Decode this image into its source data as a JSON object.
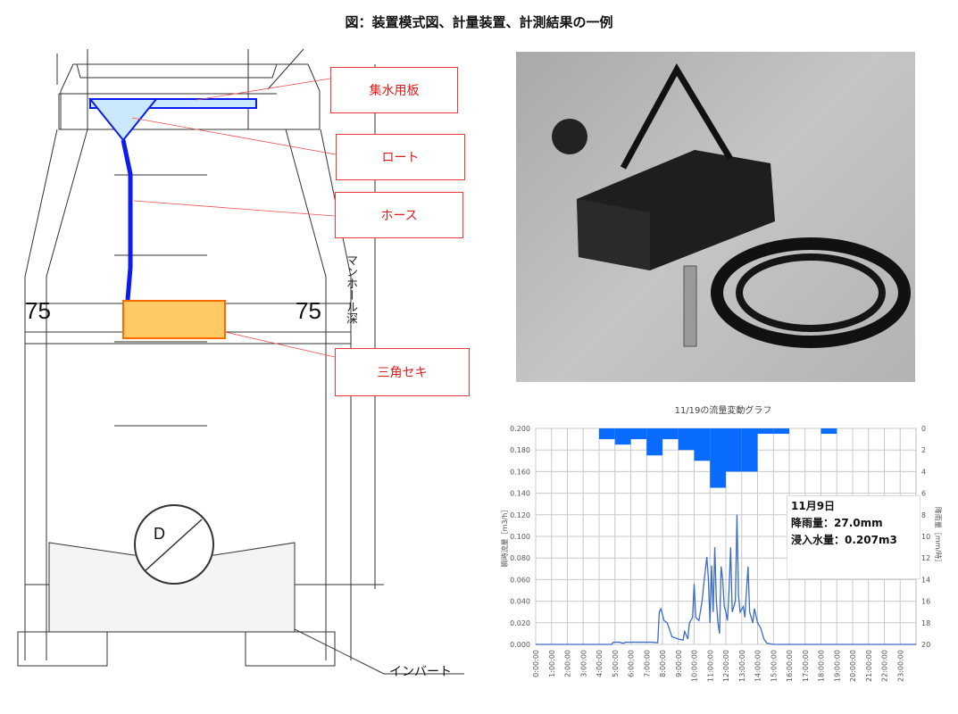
{
  "title": "図：装置模式図、計量装置、計測結果の一例",
  "diagram": {
    "labels": {
      "plate": "集水用板",
      "funnel": "ロート",
      "hose": "ホース",
      "weir": "三角セキ"
    },
    "depth_label": "マンホール深",
    "dim_left": "75",
    "dim_right": "75",
    "pipe_label": "D",
    "invert_label": "インバート",
    "colors": {
      "blue": "#0a1cf0",
      "funnel_fill": "#cce9fb",
      "weir_fill": "#ffc966",
      "weir_border": "#ff6a00",
      "label_red": "#e21c1c"
    }
  },
  "photo": {
    "subject": "measuring-device-photo"
  },
  "chart_data": {
    "type": "bar+line",
    "title": "11/19の流量変動グラフ",
    "ylabel": "瞬時流量［m3/h］",
    "y2label": "降雨量［mm/時］",
    "ylim": [
      0,
      0.2
    ],
    "y2lim": [
      0,
      20
    ],
    "y2_inverted": true,
    "yticks": [
      "0.000",
      "0.020",
      "0.040",
      "0.060",
      "0.080",
      "0.100",
      "0.120",
      "0.140",
      "0.160",
      "0.180",
      "0.200"
    ],
    "y2ticks": [
      "0",
      "2",
      "4",
      "6",
      "8",
      "10",
      "12",
      "14",
      "16",
      "18",
      "20"
    ],
    "xticks": [
      "0:00:00",
      "1:00:00",
      "2:00:00",
      "3:00:00",
      "4:00:00",
      "5:00:00",
      "6:00:00",
      "7:00:00",
      "8:00:00",
      "9:00:00",
      "10:00:00",
      "11:00:00",
      "12:00:00",
      "13:00:00",
      "14:00:00",
      "15:00:00",
      "16:00:00",
      "17:00:00",
      "18:00:00",
      "19:00:00",
      "20:00:00",
      "21:00:00",
      "22:00:00",
      "23:00:00"
    ],
    "grid": true,
    "rain_series": {
      "name": "降雨量",
      "hours": [
        4,
        5,
        6,
        7,
        8,
        9,
        10,
        11,
        12,
        13,
        14,
        15,
        18
      ],
      "values": [
        1,
        1.5,
        1,
        2.5,
        1,
        2,
        3,
        5.5,
        4,
        4,
        0.5,
        0.5,
        0.5
      ],
      "color": "#0a6cff"
    },
    "flow_series": {
      "name": "瞬時流量",
      "color": "#3a6cc8",
      "points": [
        [
          0,
          0
        ],
        [
          4.8,
          0
        ],
        [
          4.9,
          0.002
        ],
        [
          5.3,
          0.002
        ],
        [
          5.5,
          0.001
        ],
        [
          5.7,
          0.002
        ],
        [
          6.5,
          0.002
        ],
        [
          7.3,
          0.002
        ],
        [
          7.7,
          0.0015
        ],
        [
          7.8,
          0.03
        ],
        [
          7.9,
          0.033
        ],
        [
          8.1,
          0.022
        ],
        [
          8.3,
          0.02
        ],
        [
          8.6,
          0.007
        ],
        [
          9.0,
          0.005
        ],
        [
          9.3,
          0.004
        ],
        [
          9.4,
          0.012
        ],
        [
          9.6,
          0.005
        ],
        [
          9.7,
          0.02
        ],
        [
          9.9,
          0.025
        ],
        [
          10.0,
          0.056
        ],
        [
          10.1,
          0.025
        ],
        [
          10.3,
          0.022
        ],
        [
          10.5,
          0.04
        ],
        [
          10.6,
          0.055
        ],
        [
          10.8,
          0.081
        ],
        [
          10.9,
          0.06
        ],
        [
          11.0,
          0.02
        ],
        [
          11.1,
          0.073
        ],
        [
          11.2,
          0.03
        ],
        [
          11.3,
          0.09
        ],
        [
          11.4,
          0.04
        ],
        [
          11.5,
          0.02
        ],
        [
          11.6,
          0.01
        ],
        [
          11.7,
          0.072
        ],
        [
          11.8,
          0.06
        ],
        [
          11.9,
          0.035
        ],
        [
          12.0,
          0.03
        ],
        [
          12.1,
          0.022
        ],
        [
          12.2,
          0.05
        ],
        [
          12.3,
          0.09
        ],
        [
          12.4,
          0.03
        ],
        [
          12.6,
          0.04
        ],
        [
          12.7,
          0.12
        ],
        [
          12.8,
          0.045
        ],
        [
          12.9,
          0.03
        ],
        [
          13.1,
          0.035
        ],
        [
          13.2,
          0.025
        ],
        [
          13.3,
          0.05
        ],
        [
          13.4,
          0.072
        ],
        [
          13.5,
          0.03
        ],
        [
          13.7,
          0.02
        ],
        [
          13.8,
          0.033
        ],
        [
          14.0,
          0.02
        ],
        [
          14.2,
          0.015
        ],
        [
          14.4,
          0.005
        ],
        [
          14.6,
          0.001
        ],
        [
          15,
          0
        ],
        [
          24,
          0
        ]
      ]
    },
    "annotation": {
      "date": "11月9日",
      "rain": "降雨量：27.0mm",
      "infiltration": "浸入水量：0.207m3"
    }
  }
}
